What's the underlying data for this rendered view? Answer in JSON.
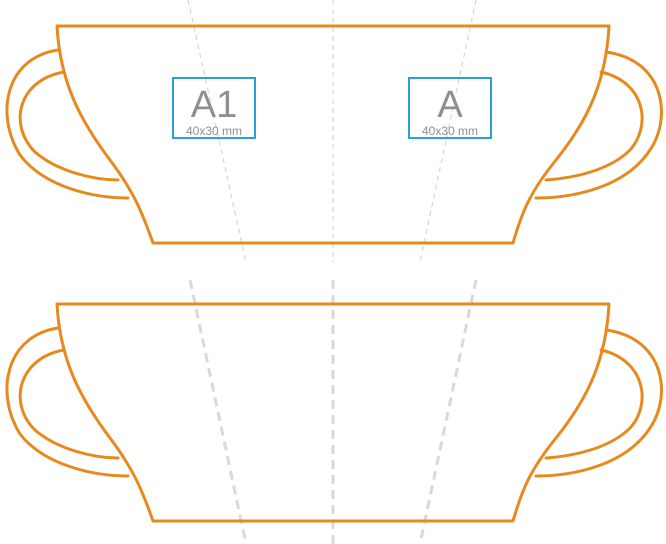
{
  "colors": {
    "outline": "#e8891d",
    "label_border": "#29a3d4",
    "label_text": "#8f8f8f",
    "guide": "#cfcfcf"
  },
  "labels": [
    {
      "code": "A1",
      "size": "40x30 mm"
    },
    {
      "code": "A",
      "size": "40x30 mm"
    }
  ]
}
